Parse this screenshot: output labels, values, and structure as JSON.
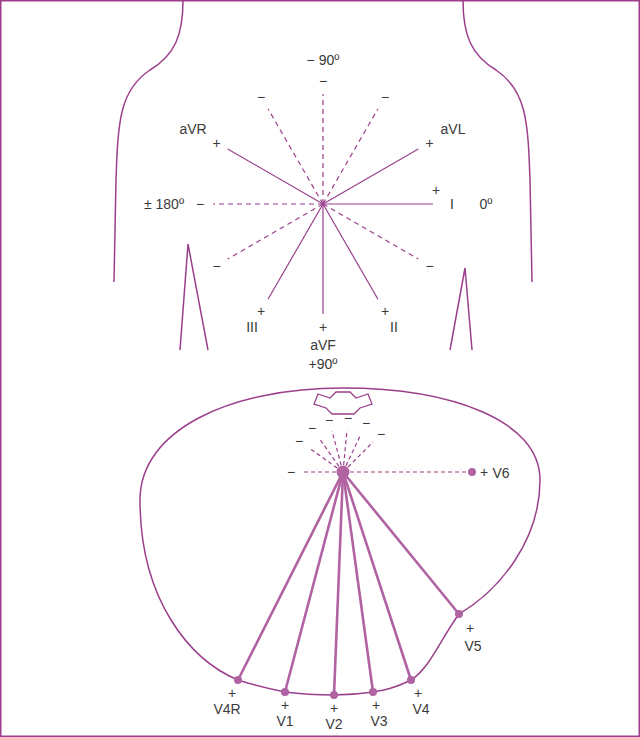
{
  "diagram": {
    "labels": [
      "− 90º",
      "−",
      "−",
      "−",
      "aVR",
      "+",
      "aVL",
      "+",
      "± 180º",
      "−",
      "I",
      "0º",
      "+",
      "−",
      "−",
      "+",
      "+",
      "+",
      "III",
      "aVF",
      "II",
      "+90º",
      "−",
      "−",
      "−",
      "−",
      "−",
      "−",
      "−",
      "+",
      "V6",
      "+",
      "V5",
      "+",
      "+",
      "+",
      "+",
      "+",
      "V4R",
      "V1",
      "V2",
      "V3",
      "V4"
    ]
  }
}
